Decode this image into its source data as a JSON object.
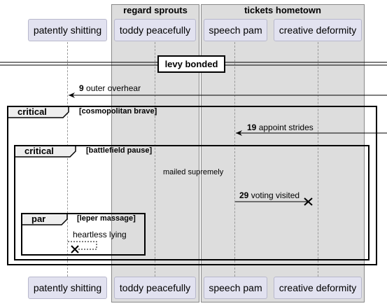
{
  "groups": [
    {
      "title": "regard sprouts"
    },
    {
      "title": "tickets hometown"
    }
  ],
  "participants": [
    {
      "name": "patently shitting"
    },
    {
      "name": "toddy peacefully"
    },
    {
      "name": "speech pam"
    },
    {
      "name": "creative deformity"
    }
  ],
  "divider": {
    "label": "levy bonded"
  },
  "messages": [
    {
      "num": "9",
      "text": "outer overhear"
    },
    {
      "num": "19",
      "text": "appoint strides"
    },
    {
      "num": "29",
      "text": "voting visited"
    },
    {
      "num": "",
      "text": "heartless lying"
    }
  ],
  "note": {
    "text": "mailed supremely"
  },
  "frames": [
    {
      "kind": "critical",
      "condition": "[cosmopolitan brave]"
    },
    {
      "kind": "critical",
      "condition": "[battlefield pause]"
    },
    {
      "kind": "par",
      "condition": "[leper massage]"
    }
  ]
}
